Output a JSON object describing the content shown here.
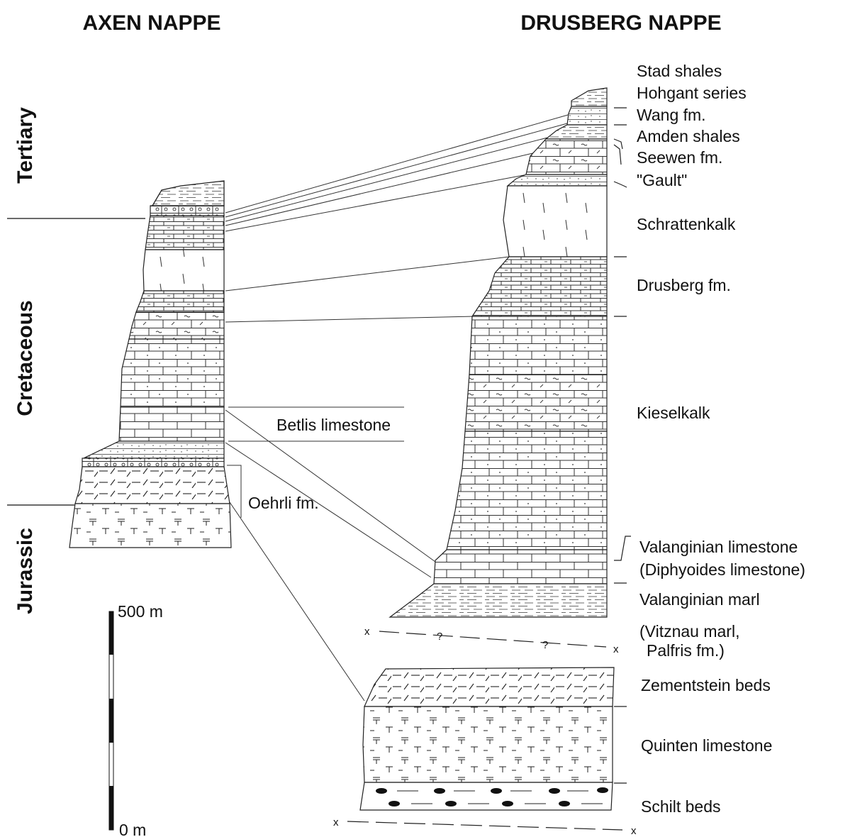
{
  "titles": {
    "left": "AXEN NAPPE",
    "right": "DRUSBERG NAPPE"
  },
  "eras": {
    "tertiary": "Tertiary",
    "cretaceous": "Cretaceous",
    "jurassic": "Jurassic"
  },
  "axen_labels": {
    "betlis": "Betlis limestone",
    "oehrli": "Oehrli fm."
  },
  "drusberg_labels": {
    "stad": "Stad shales",
    "hohgant": "Hohgant series",
    "wang": "Wang fm.",
    "amden": "Amden shales",
    "seewen": "Seewen fm.",
    "gault": "\"Gault\"",
    "schrattenkalk": "Schrattenkalk",
    "drusberg": "Drusberg fm.",
    "kieselkalk": "Kieselkalk",
    "valanginian_ls": "Valanginian limestone",
    "diphyoides": "(Diphyoides limestone)",
    "valanginian_marl": "Valanginian marl",
    "vitznau": "(Vitznau marl,",
    "palfris": "Palfris fm.)",
    "zementstein": "Zementstein beds",
    "quinten": "Quinten limestone",
    "schilt": "Schilt beds"
  },
  "markers": {
    "x": "x",
    "q": "?"
  },
  "scale": {
    "top": "500 m",
    "bottom": "0 m"
  }
}
